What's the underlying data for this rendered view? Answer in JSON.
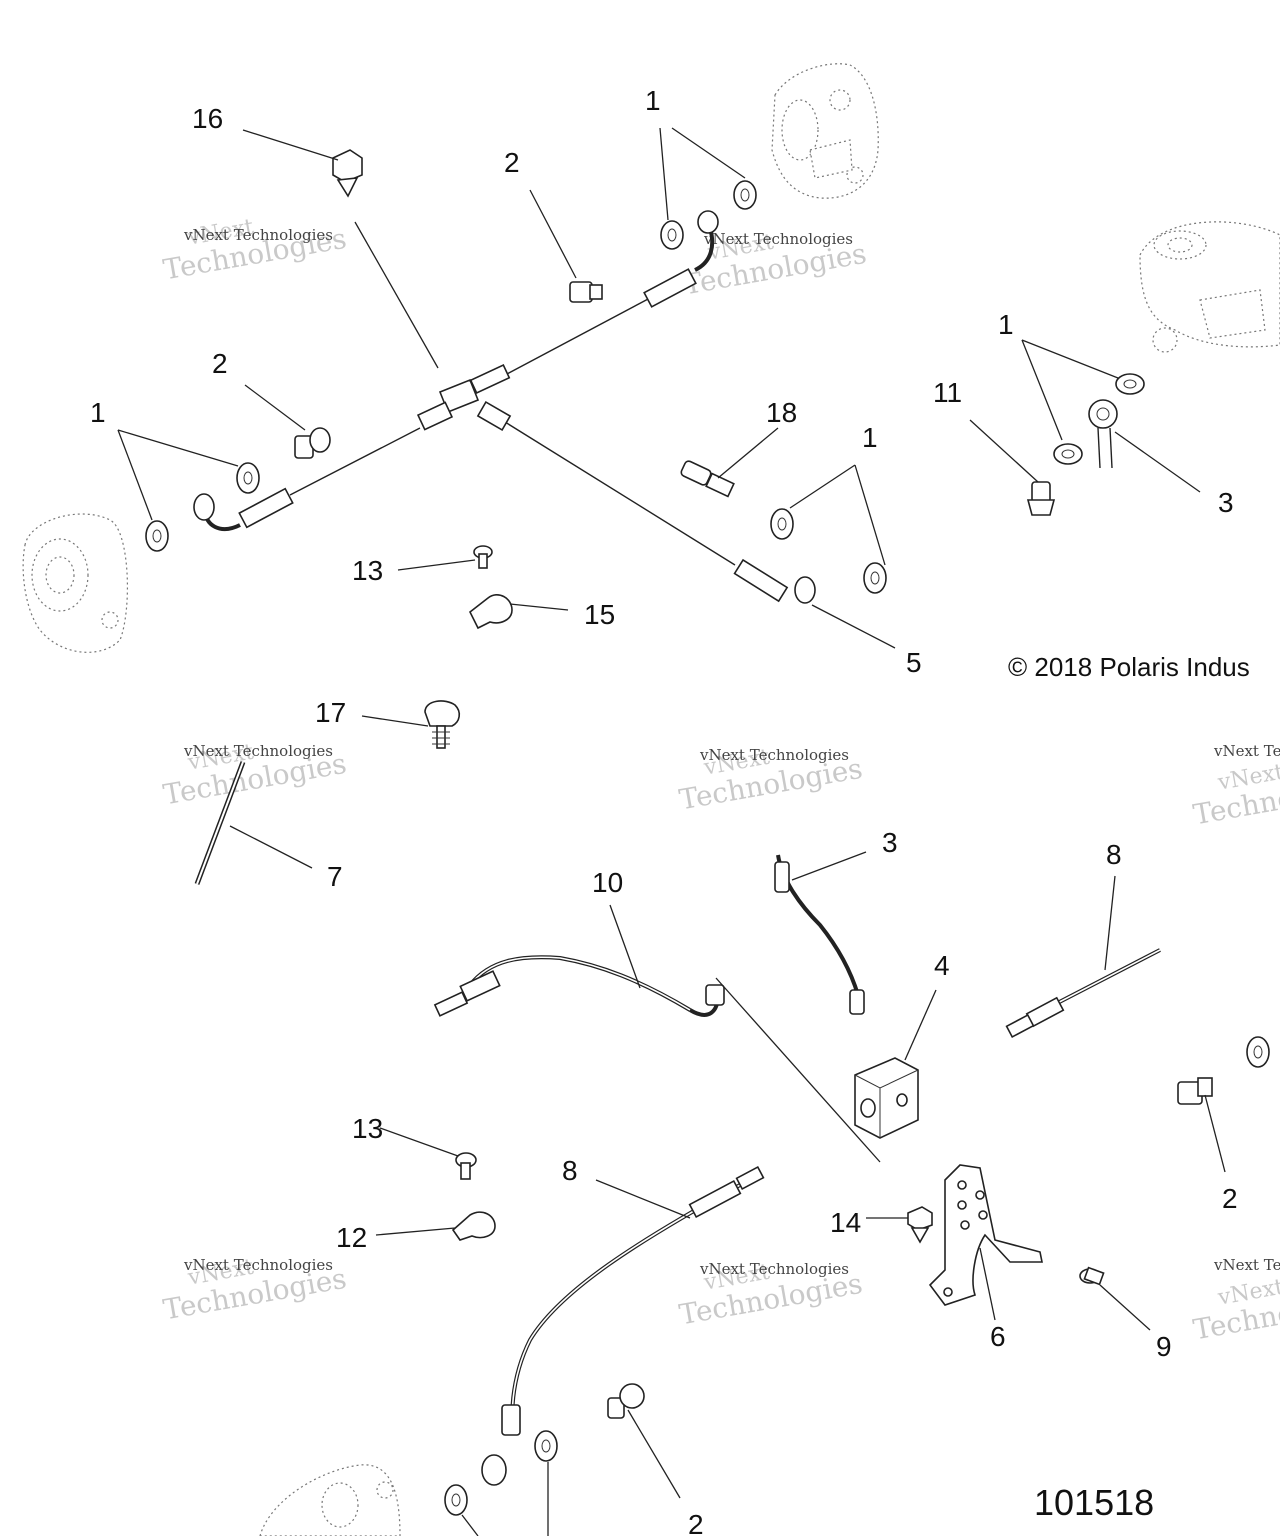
{
  "watermark": {
    "line1": "vNext Technologies",
    "line2": "Technologies",
    "line3": "vNext"
  },
  "copyright": "© 2018 Polaris Indus",
  "reference_number": "101518",
  "callouts": {
    "c16": "16",
    "c2a": "2",
    "c1a": "1",
    "c1b": "1",
    "c11": "11",
    "c3a": "3",
    "c2b": "2",
    "c1c": "1",
    "c18": "18",
    "c1d": "1",
    "c13a": "13",
    "c15": "15",
    "c5": "5",
    "c17": "17",
    "c7": "7",
    "c10": "10",
    "c3b": "3",
    "c8a": "8",
    "c4": "4",
    "c13b": "13",
    "c12": "12",
    "c8b": "8",
    "c14": "14",
    "c6": "6",
    "c9": "9",
    "c2c": "2",
    "c2d": "2"
  }
}
